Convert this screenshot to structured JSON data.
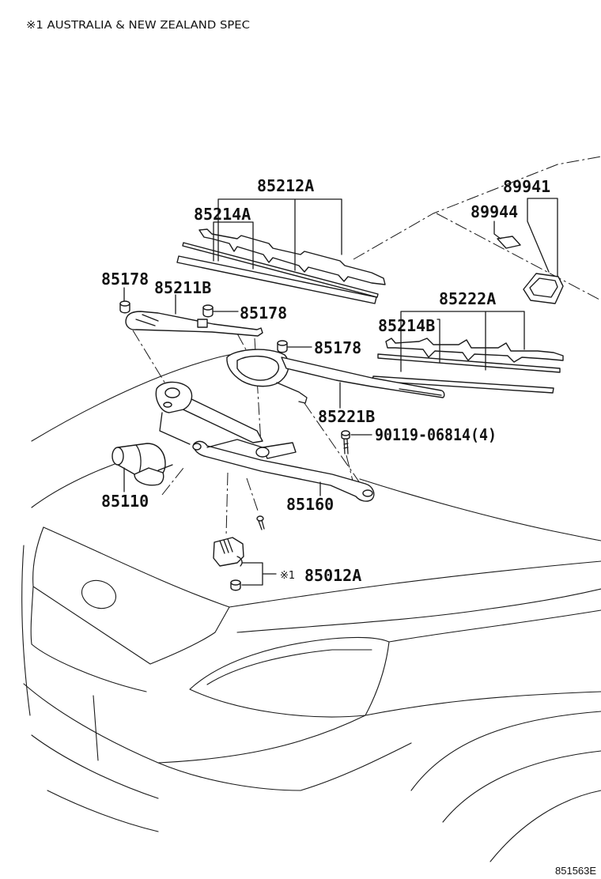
{
  "note": "※1 AUSTRALIA & NEW ZEALAND SPEC",
  "callouts": {
    "front_blade": "85212A",
    "front_blade_rubber": "85214A",
    "front_arm": "85211B",
    "nut_left": "85178",
    "nut_center": "85178",
    "nut_right": "85178",
    "rear_blade": "85222A",
    "rear_blade_rubber": "85214B",
    "rear_arm": "85221B",
    "bolt": "90119-06814(4)",
    "motor": "85110",
    "link": "85160",
    "nozzle_marker": "※1",
    "nozzle": "85012A",
    "sensor": "89941",
    "sensor_cover": "89944"
  },
  "drawing_code": "851563E"
}
